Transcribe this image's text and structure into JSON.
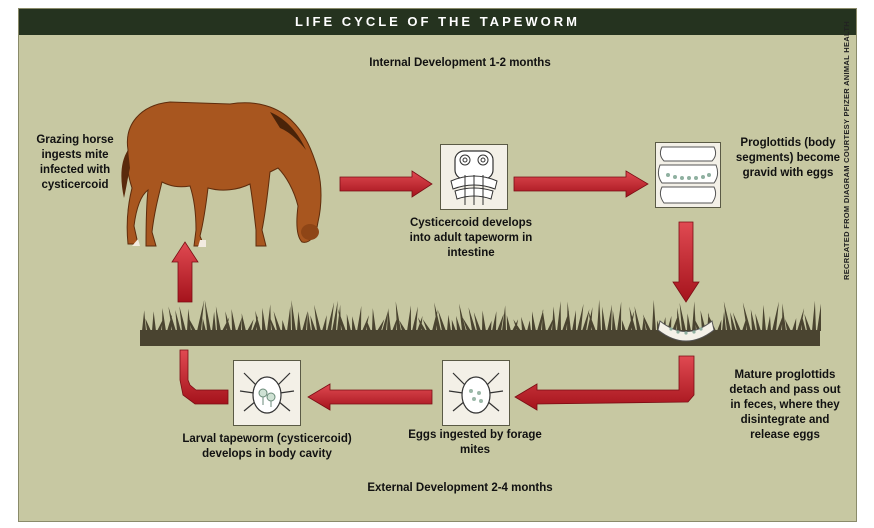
{
  "title": "LIFE CYCLE OF THE TAPEWORM",
  "internal_label": "Internal Development 1-2 months",
  "external_label": "External Development 2-4 months",
  "stages": {
    "horse": "Grazing horse ingests mite infected with cysticercoid",
    "adult": "Cysticercoid develops into adult tapeworm in intestine",
    "proglottids": "Proglottids (body segments) become gravid with eggs",
    "mature": "Mature proglottids detach and pass out in feces, where they disintegrate and release eggs",
    "eggs": "Eggs ingested by forage mites",
    "larval": "Larval tapeworm (cysticercoid) develops in body cavity"
  },
  "credit": "RECREATED FROM DIAGRAM COURTESY PFIZER ANIMAL HEALTH",
  "colors": {
    "arrow": "#c8202c",
    "grass": "#4a4430",
    "title_bar": "#25331f",
    "background": "#c7c8a2"
  }
}
